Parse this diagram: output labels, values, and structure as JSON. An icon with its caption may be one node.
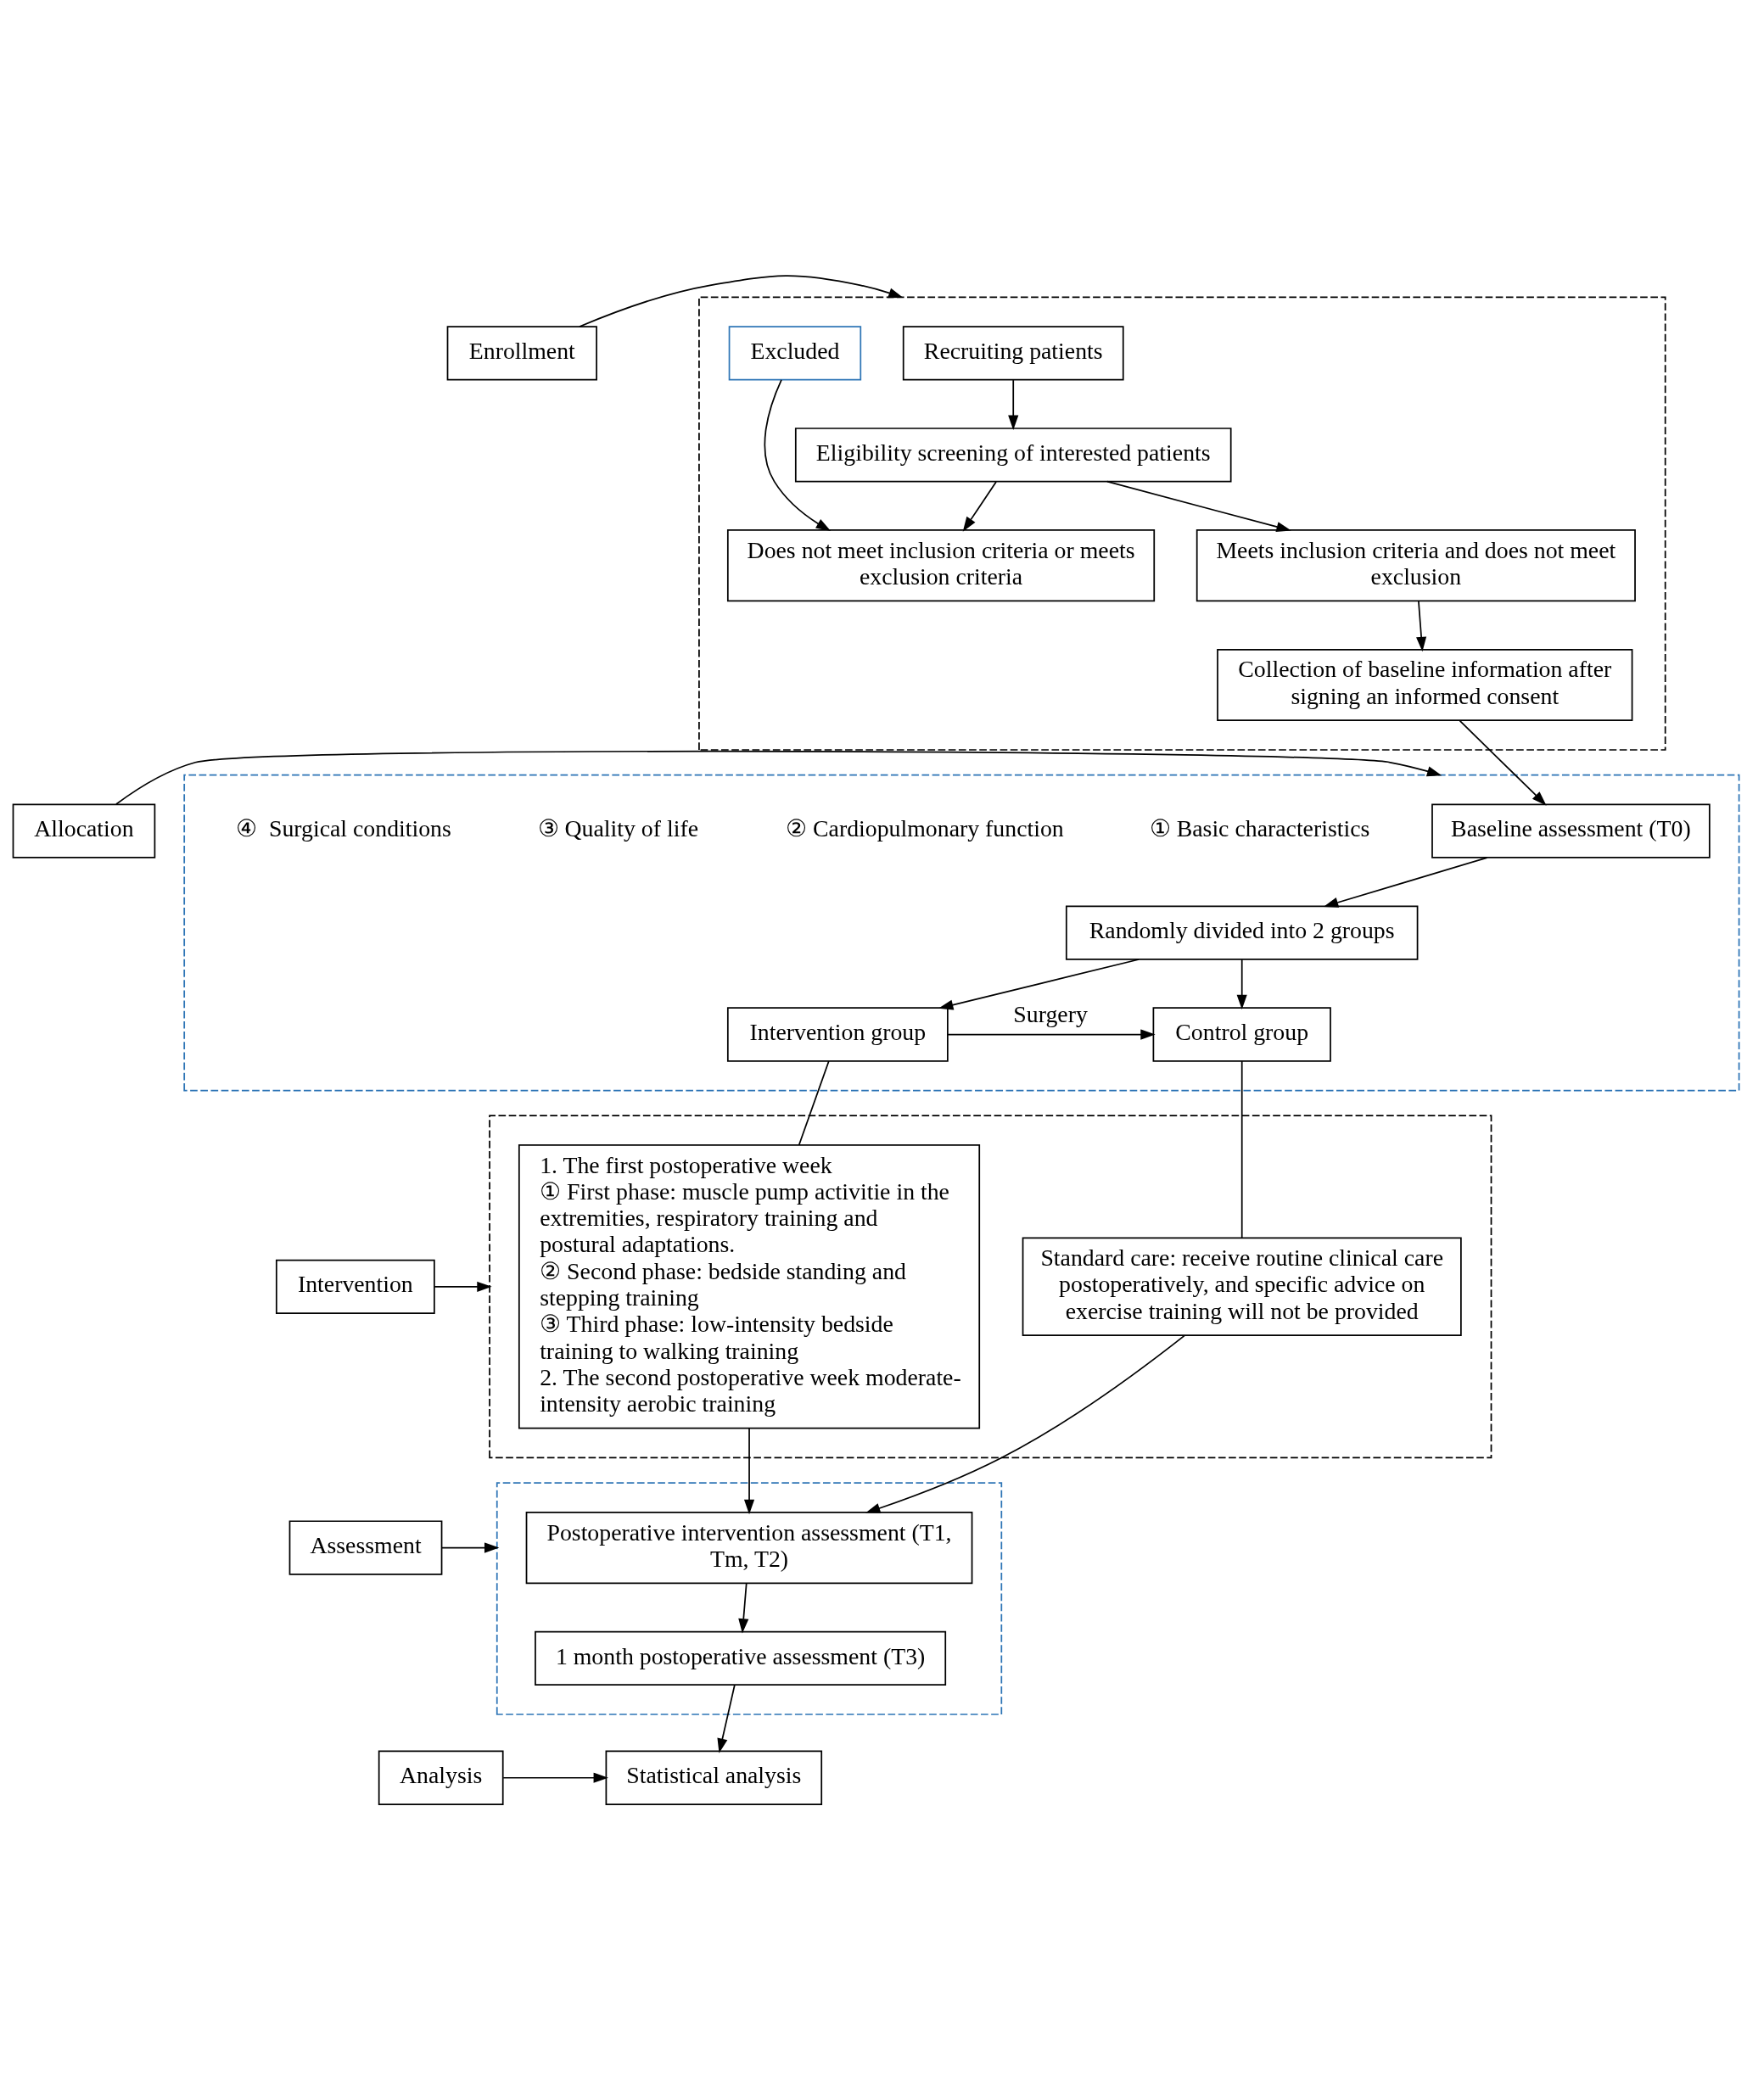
{
  "diagram": {
    "nodes": [
      {
        "text": [
          "Enrollment"
        ]
      },
      {
        "text": [],
        "shape": "box"
      },
      {
        "text": [
          "Recruiting patients"
        ],
        "in": 1
      },
      {
        "text": [
          "Eligibility screening of interested patients"
        ],
        "in": 1
      },
      {
        "text": [
          "Meets inclusion criteria and does not meet exclusion"
        ],
        "in": 1
      },
      {
        "text": [
          "Does not meet inclusion criteria or meets exclusion criteria"
        ],
        "in": 1
      },
      {
        "text": [
          "Excluded"
        ],
        "in": 1
      },
      {
        "text": [
          "Collection of baseline information after signing an informed consent"
        ],
        "in": 1
      },
      {
        "text": [
          "Allocation"
        ]
      },
      {
        "text": [],
        "shape": "box"
      },
      {
        "text": [
          "Baseline assessment (T0)"
        ],
        "in": 9
      },
      {
        "text": [
          "Randomly divided into 2 groups"
        ],
        "in": 9
      },
      {
        "text": [
          "Intervention group"
        ],
        "in": 9
      },
      {
        "text": [
          "Control group"
        ],
        "in": 9
      },
      {
        "text": [
          "Intervention"
        ]
      },
      {
        "text": [],
        "shape": "box"
      },
      {
        "text": [
          "1. The first postoperative week",
          "① First phase: muscle pump activitie in the extremities, respiratory training and postural adaptations.",
          "② Second phase: bedside standing and stepping training",
          "③ Third phase: low-intensity bedside training to walking training",
          "2. The second postoperative week moderate-intensity aerobic training"
        ],
        "in": 15
      },
      {
        "text": [
          "Standard care: receive routine clinical care postoperatively, and specific advice on exercise training will not be provided"
        ],
        "in": 15
      },
      {
        "text": [
          "Assessment"
        ]
      },
      {
        "text": [],
        "shape": "box"
      },
      {
        "text": [
          "Postoperative intervention assessment (T1, Tm, T2)"
        ],
        "in": 19
      },
      {
        "text": [
          "1 month postoperative assessment (T3)"
        ],
        "in": 19
      },
      {
        "text": [
          "Analysis"
        ]
      },
      {
        "text": [
          "Statistical analysis"
        ]
      }
    ],
    "edges": [
      {
        "from": 0,
        "to": 1,
        "arrow": "to"
      },
      {
        "from": 2,
        "to": 3,
        "arrow": "to"
      },
      {
        "from": 3,
        "to": 4,
        "arrow": "to"
      },
      {
        "from": 3,
        "to": 5,
        "arrow": "to"
      },
      {
        "from": 6,
        "to": 5,
        "arrow": "to"
      },
      {
        "from": 4,
        "to": 7,
        "arrow": "to"
      },
      {
        "from": 7,
        "to": 10,
        "arrow": "to"
      },
      {
        "from": 8,
        "to": 9,
        "arrow": "to"
      },
      {
        "from": 10,
        "to": 11,
        "arrow": "to"
      },
      {
        "from": 11,
        "to": 12,
        "arrow": "to"
      },
      {
        "from": 11,
        "to": 13,
        "arrow": "to"
      },
      {
        "from": 12,
        "to": 13,
        "arrow": "to",
        "label": "Surgery"
      },
      {
        "from": 14,
        "to": 15,
        "arrow": "to"
      },
      {
        "from": 12,
        "to": 16,
        "arrow": "none"
      },
      {
        "from": 13,
        "to": 17,
        "arrow": "none"
      },
      {
        "from": 16,
        "to": 20,
        "arrow": "to"
      },
      {
        "from": 17,
        "to": 20,
        "arrow": "to"
      },
      {
        "from": 18,
        "to": 19,
        "arrow": "to"
      },
      {
        "from": 20,
        "to": 21,
        "arrow": "to"
      },
      {
        "from": 21,
        "to": 23,
        "arrow": "to"
      },
      {
        "from": 22,
        "to": 23,
        "arrow": "to"
      }
    ],
    "labels": [
      "① Basic characteristics",
      "② Cardiopulmonary function",
      "③ Quality of life",
      "④  Surgical conditions"
    ]
  }
}
